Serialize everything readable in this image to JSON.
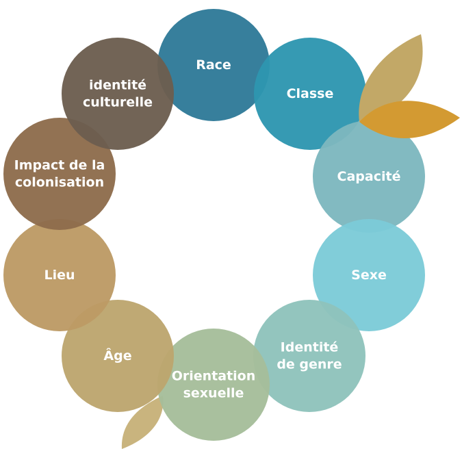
{
  "diagram": {
    "nodes": [
      {
        "id": "race",
        "lines": [
          "Race"
        ],
        "color": "#2F7A98"
      },
      {
        "id": "classe",
        "lines": [
          "Classe"
        ],
        "color": "#2E96B0"
      },
      {
        "id": "capacite",
        "lines": [
          "Capacité"
        ],
        "color": "#7DB7BE"
      },
      {
        "id": "sexe",
        "lines": [
          "Sexe"
        ],
        "color": "#7CCBD7"
      },
      {
        "id": "identite-genre",
        "lines": [
          "Identité",
          "de genre"
        ],
        "color": "#8FC3BB"
      },
      {
        "id": "orientation",
        "lines": [
          "Orientation",
          "sexuelle"
        ],
        "color": "#A6BD9A"
      },
      {
        "id": "age",
        "lines": [
          "Âge"
        ],
        "color": "#BCA56E"
      },
      {
        "id": "lieu",
        "lines": [
          "Lieu"
        ],
        "color": "#BC9A65"
      },
      {
        "id": "colonisation",
        "lines": [
          "Impact de la",
          "colonisation"
        ],
        "color": "#8E6C4C"
      },
      {
        "id": "identite-culturelle",
        "lines": [
          "identité",
          "culturelle"
        ],
        "color": "#6C5E4F"
      }
    ],
    "leaves": {
      "top_color": "#C2A867",
      "bottom_color": "#D39A32",
      "lower_left_color": "#C9B47E"
    }
  }
}
